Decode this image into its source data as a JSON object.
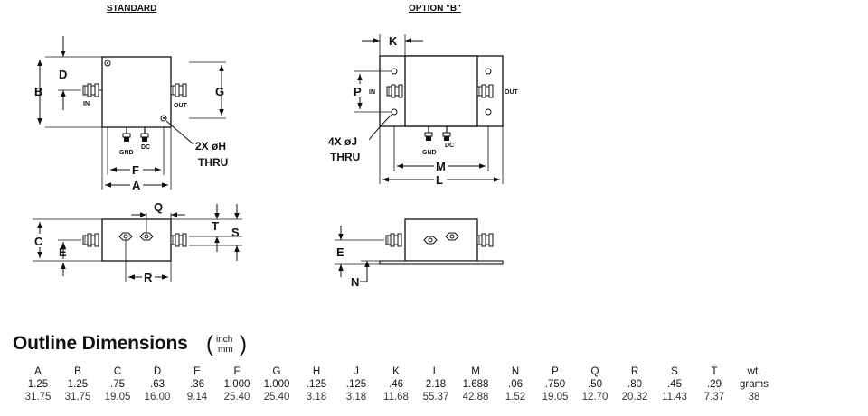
{
  "headings": {
    "standard": "STANDARD",
    "option_b": "OPTION \"B\""
  },
  "labels": {
    "A": "A",
    "B": "B",
    "C": "C",
    "D": "D",
    "E": "E",
    "F": "F",
    "G": "G",
    "K": "K",
    "L": "L",
    "M": "M",
    "N": "N",
    "P": "P",
    "Q": "Q",
    "R": "R",
    "S": "S",
    "T": "T",
    "in": "IN",
    "out": "OUT",
    "gnd": "GND",
    "dc": "DC"
  },
  "notes": {
    "hole_h_line1": "2X øH",
    "hole_h_line2": "THRU",
    "hole_j_line1": "4X øJ",
    "hole_j_line2": "THRU"
  },
  "section": {
    "title": "Outline Dimensions",
    "unit_top": "inch",
    "unit_bottom": "mm"
  },
  "table": {
    "headers": [
      "A",
      "B",
      "C",
      "D",
      "E",
      "F",
      "G",
      "H",
      "J",
      "K",
      "L",
      "M",
      "N",
      "P",
      "Q",
      "R",
      "S",
      "T",
      "wt."
    ],
    "inch": [
      "1.25",
      "1.25",
      ".75",
      ".63",
      ".36",
      "1.000",
      "1.000",
      ".125",
      ".125",
      ".46",
      "2.18",
      "1.688",
      ".06",
      ".750",
      ".50",
      ".80",
      ".45",
      ".29",
      "grams"
    ],
    "mm": [
      "31.75",
      "31.75",
      "19.05",
      "16.00",
      "9.14",
      "25.40",
      "25.40",
      "3.18",
      "3.18",
      "11.68",
      "55.37",
      "42.88",
      "1.52",
      "19.05",
      "12.70",
      "20.32",
      "11.43",
      "7.37",
      "38"
    ]
  }
}
